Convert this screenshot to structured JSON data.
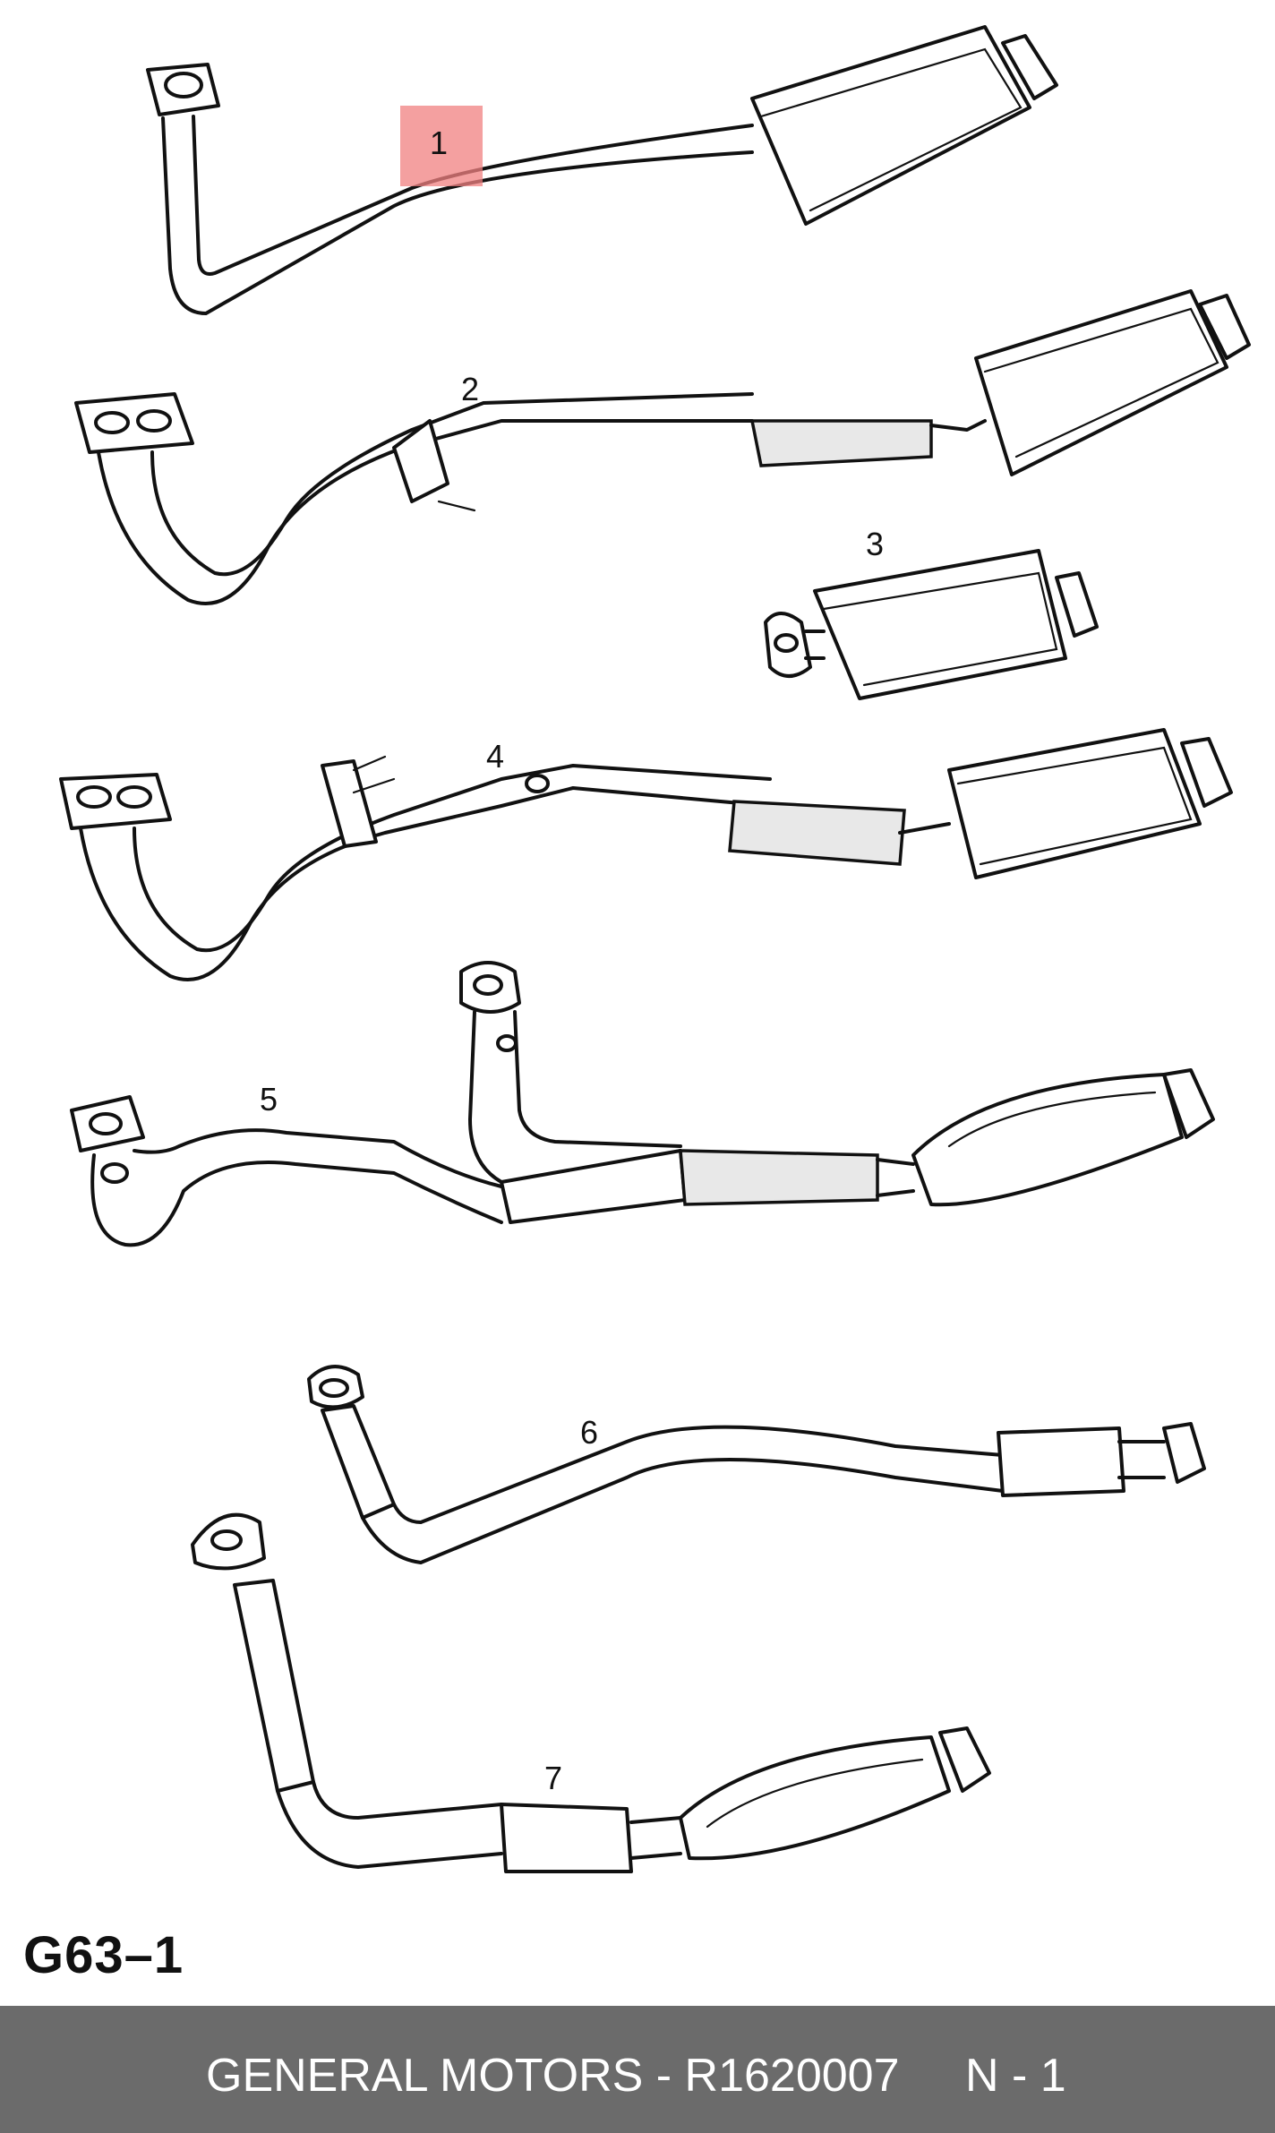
{
  "diagram": {
    "figure_code": "G63–1",
    "callouts": [
      {
        "label": "1",
        "highlighted": true
      },
      {
        "label": "2",
        "highlighted": false
      },
      {
        "label": "3",
        "highlighted": false
      },
      {
        "label": "4",
        "highlighted": false
      },
      {
        "label": "5",
        "highlighted": false
      },
      {
        "label": "6",
        "highlighted": false
      },
      {
        "label": "7",
        "highlighted": false
      }
    ],
    "highlight_color": "#f08080"
  },
  "footer": {
    "brand_part": "GENERAL MOTORS - R1620007",
    "page": "N - 1",
    "background": "#6b6b6b"
  }
}
